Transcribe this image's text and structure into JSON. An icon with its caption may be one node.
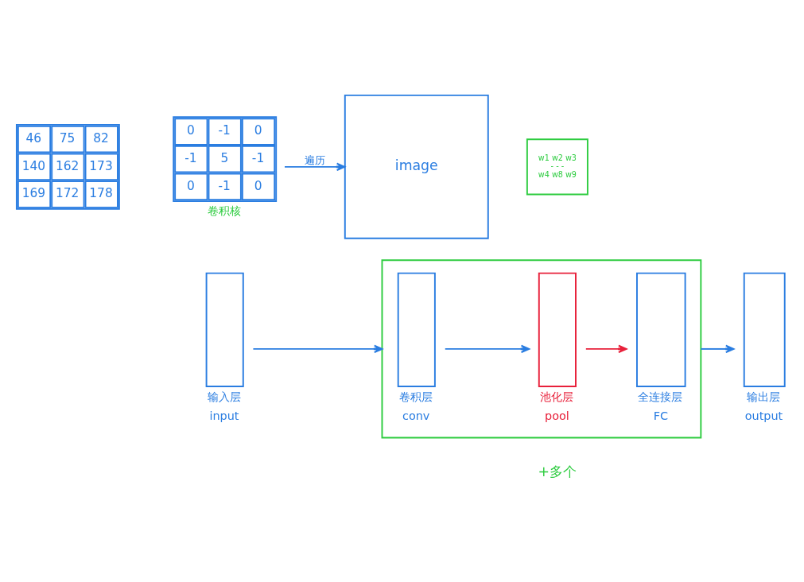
{
  "diagram": {
    "nodes": [
      {
        "text": [
          "46",
          "75",
          "82",
          "140",
          "162",
          "173",
          "169",
          "172",
          "178"
        ]
      },
      {
        "text": [
          "0",
          "-1",
          "0",
          "-1",
          "5",
          "-1",
          "0",
          "-1",
          "0"
        ],
        "beside": [
          "卷积核"
        ]
      },
      {
        "text": [
          "image"
        ]
      },
      {
        "text": [
          "w1 w2 w3",
          "- - -",
          "w4 w8 w9"
        ]
      },
      {
        "text": [
          "输入层",
          "input"
        ]
      },
      {
        "text": [],
        "shape": "box"
      },
      {
        "text": [
          "卷积层",
          "conv"
        ],
        "in": 5
      },
      {
        "text": [
          "池化层",
          "pool"
        ],
        "in": 5
      },
      {
        "text": [
          "全连接层",
          "FC"
        ],
        "in": 5
      },
      {
        "text": [
          "输出层",
          "output"
        ]
      }
    ],
    "edges": [
      {
        "from": 1,
        "to": 2,
        "arrow": "to",
        "label": "遍历"
      },
      {
        "from": 4,
        "to": 5,
        "arrow": "to"
      },
      {
        "from": 6,
        "to": 7,
        "arrow": "to"
      },
      {
        "from": 7,
        "to": 8,
        "arrow": "to",
        "color": "#e8203a"
      },
      {
        "from": 5,
        "to": 9,
        "arrow": "to"
      }
    ],
    "labels": [
      "+多个"
    ]
  }
}
